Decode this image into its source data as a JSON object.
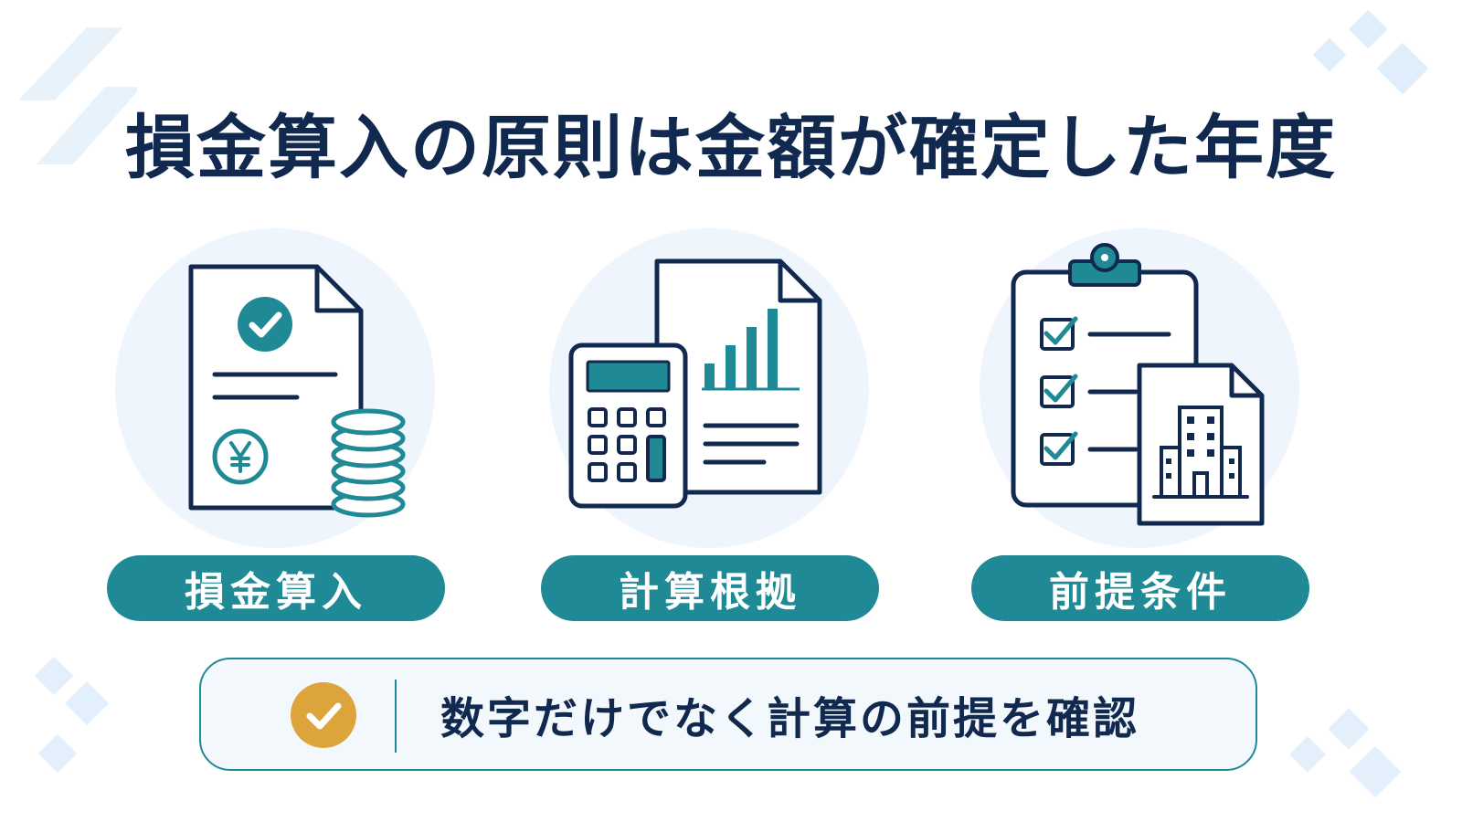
{
  "title": "損金算入の原則は金額が確定した年度",
  "cards": [
    {
      "label": "損金算入",
      "icon": "document-yen-coins-icon"
    },
    {
      "label": "計算根拠",
      "icon": "calculator-report-icon"
    },
    {
      "label": "前提条件",
      "icon": "clipboard-building-icon"
    }
  ],
  "note": {
    "text": "数字だけでなく計算の前提を確認",
    "icon": "check-badge-icon"
  },
  "colors": {
    "navy": "#12294f",
    "teal": "#1f8a95",
    "gold": "#dca43a",
    "circle_bg": "#eef5fc",
    "deco": "#e3effa"
  }
}
